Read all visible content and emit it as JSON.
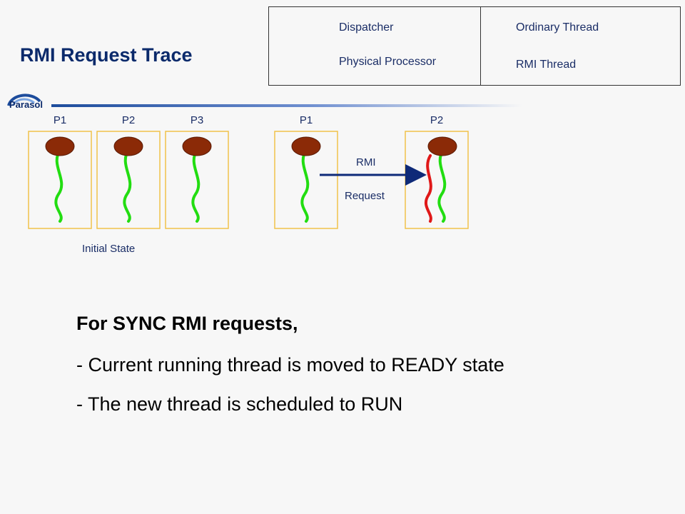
{
  "title": "RMI Request Trace",
  "logo_text": "Parasol",
  "legend": {
    "dispatcher": "Dispatcher",
    "physical_processor": "Physical Processor",
    "ordinary_thread": "Ordinary Thread",
    "rmi_thread": "RMI Thread"
  },
  "processors": [
    "P1",
    "P2",
    "P3",
    "P1",
    "P2"
  ],
  "initial_state_label": "Initial State",
  "arrow_label_top": "RMI",
  "arrow_label_bottom": "Request",
  "body": {
    "line1": "For SYNC RMI requests,",
    "line2": "- Current running thread is moved to READY state",
    "line3": "- The new thread is scheduled to RUN"
  },
  "colors": {
    "dispatcher_fill": "#8b2a07",
    "processor_border": "#f0c24a",
    "ordinary_thread": "#22dd11",
    "rmi_thread": "#e01818",
    "arrow": "#0e2a78"
  }
}
